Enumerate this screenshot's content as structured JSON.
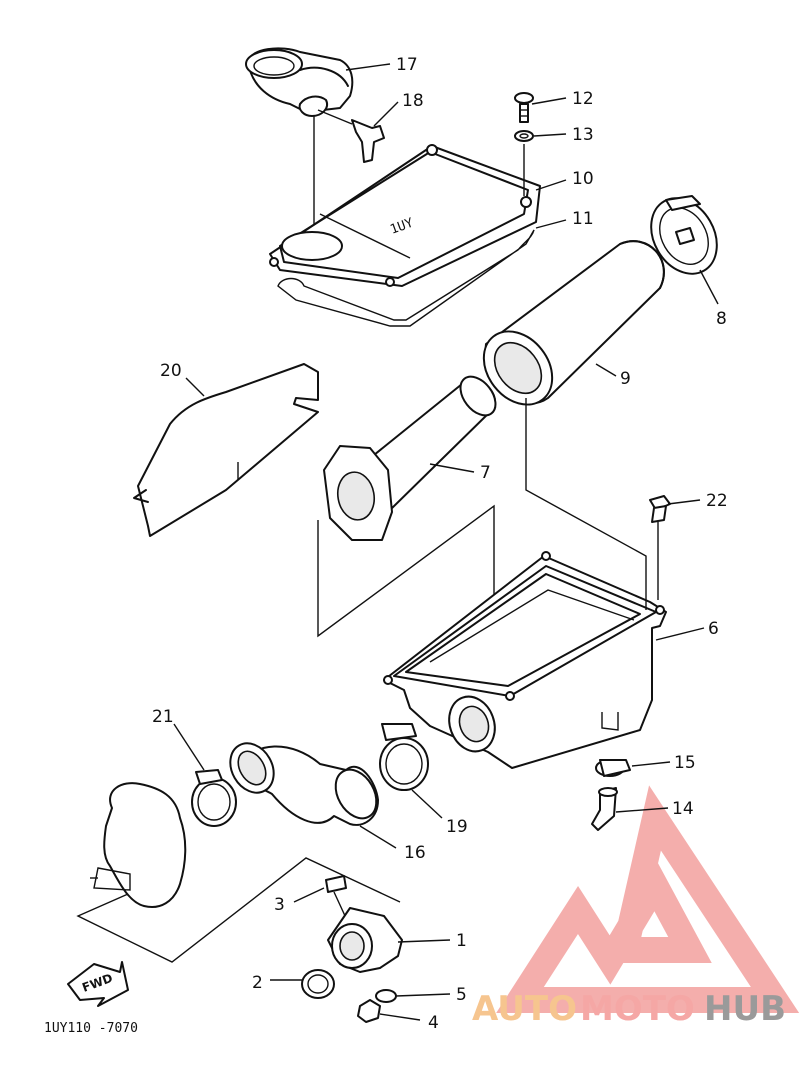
{
  "diagram_code": "1UY110 -7070",
  "fwd_label": "FWD",
  "callouts": {
    "n1": "1",
    "n2": "2",
    "n3": "3",
    "n4": "4",
    "n5": "5",
    "n6": "6",
    "n7": "7",
    "n8": "8",
    "n9": "9",
    "n10": "10",
    "n11": "11",
    "n12": "12",
    "n13": "13",
    "n14": "14",
    "n15": "15",
    "n16": "16",
    "n17": "17",
    "n18": "18",
    "n19": "19",
    "n20": "20",
    "n21": "21",
    "n22": "22"
  },
  "cover_marking": "1UY",
  "watermark": {
    "part1": "AUTO",
    "part2": "MOTO",
    "part3": "HUB",
    "colors": {
      "auto": "#f6c58f",
      "moto": "#f5a7a5",
      "hub": "#9a9a9a",
      "logo": "#f2a09e"
    }
  }
}
